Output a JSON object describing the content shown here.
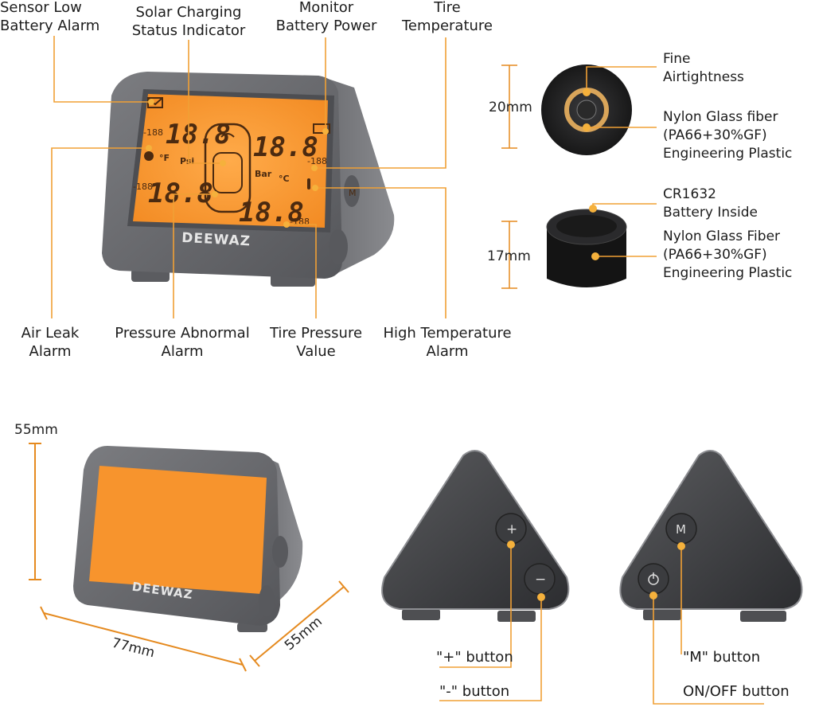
{
  "callouts": {
    "sensor_low_battery": [
      "Sensor Low",
      "Battery Alarm"
    ],
    "solar_charging": [
      "Solar Charging",
      "Status Indicator"
    ],
    "monitor_battery": [
      "Monitor",
      "Battery Power"
    ],
    "tire_temperature": [
      "Tire",
      "Temperature"
    ],
    "air_leak": [
      "Air Leak",
      "Alarm"
    ],
    "pressure_abnormal": [
      "Pressure Abnormal",
      "Alarm"
    ],
    "tire_pressure_value": [
      "Tire Pressure",
      "Value"
    ],
    "high_temperature": [
      "High Temperature",
      "Alarm"
    ]
  },
  "sensor": {
    "top_height": "20mm",
    "side_height": "17mm",
    "fine_airtightness": [
      "Fine",
      "Airtightness"
    ],
    "material_top": [
      "Nylon Glass fiber",
      "(PA66+30%GF)",
      "Engineering Plastic"
    ],
    "battery": [
      "CR1632",
      "Battery Inside"
    ],
    "material_side": [
      "Nylon Glass Fiber",
      "(PA66+30%GF)",
      "Engineering Plastic"
    ]
  },
  "dimensions": {
    "height": "55mm",
    "width": "77mm",
    "depth": "55mm"
  },
  "buttons": {
    "plus": "\"+\" button",
    "minus": "\"-\" button",
    "m": "\"M\" button",
    "onoff": "ON/OFF button"
  },
  "display": {
    "brand": "DEEWAZ",
    "digits": "18.8",
    "small_digits": "-188",
    "unit_f": "°F",
    "unit_psi": "Psi",
    "unit_bar": "Bar",
    "unit_c": "°C",
    "m_glyph": "M",
    "plus_glyph": "+",
    "minus_glyph": "−"
  },
  "colors": {
    "accent": "#f0a035",
    "lcd": "#f7942d",
    "body": "#6e6f73"
  }
}
